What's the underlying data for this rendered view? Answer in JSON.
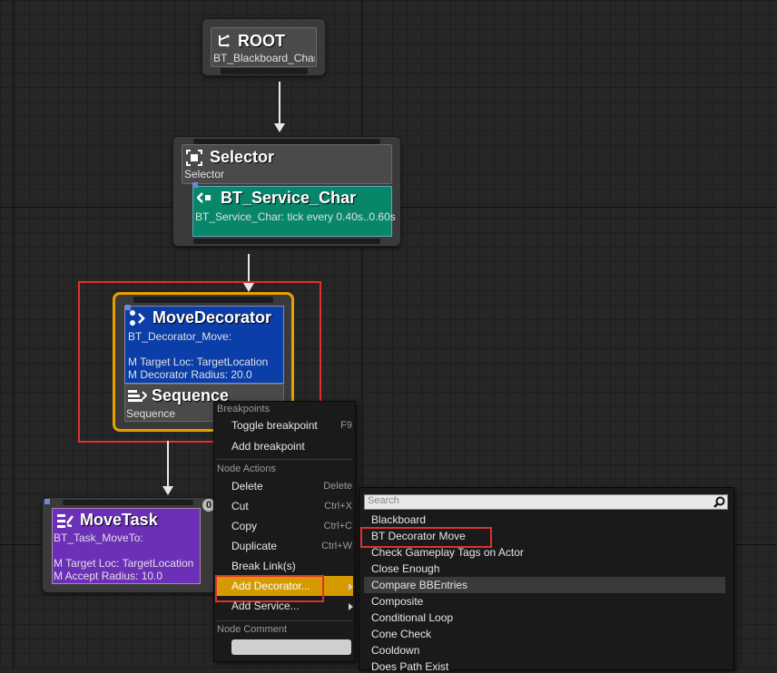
{
  "nodes": {
    "root": {
      "title": "ROOT",
      "subtitle": "BT_Blackboard_Char"
    },
    "selector": {
      "title": "Selector",
      "subtitle": "Selector"
    },
    "service": {
      "title": "BT_Service_Char",
      "subtitle": "BT_Service_Char: tick every 0.40s..0.60s",
      "color": "#07866a"
    },
    "move_decorator": {
      "title": "MoveDecorator",
      "line1": "BT_Decorator_Move:",
      "line2": "M Target Loc: TargetLocation",
      "line3": "M Decorator Radius: 20.0",
      "color": "#0b3ea8"
    },
    "sequence": {
      "title": "Sequence",
      "subtitle": "Sequence"
    },
    "move_task": {
      "title": "MoveTask",
      "line1": "BT_Task_MoveTo:",
      "line2": "M Target Loc: TargetLocation",
      "line3": "M Accept Radius: 10.0",
      "badge": "0",
      "color": "#6b2fb8"
    }
  },
  "context_menu": {
    "section_breakpoints": "Breakpoints",
    "toggle_breakpoint": "Toggle breakpoint",
    "toggle_breakpoint_shortcut": "F9",
    "add_breakpoint": "Add breakpoint",
    "section_node_actions": "Node Actions",
    "delete": "Delete",
    "delete_shortcut": "Delete",
    "cut": "Cut",
    "cut_shortcut": "Ctrl+X",
    "copy": "Copy",
    "copy_shortcut": "Ctrl+C",
    "duplicate": "Duplicate",
    "duplicate_shortcut": "Ctrl+W",
    "break_links": "Break Link(s)",
    "add_decorator": "Add Decorator...",
    "add_service": "Add Service...",
    "section_node_comment": "Node Comment"
  },
  "decorator_submenu": {
    "search_placeholder": "Search",
    "items": [
      "Blackboard",
      "BT Decorator Move",
      "Check Gameplay Tags on Actor",
      "Close Enough",
      "Compare BBEntries",
      "Composite",
      "Conditional Loop",
      "Cone Check",
      "Cooldown",
      "Does Path Exist"
    ]
  },
  "colors": {
    "highlight_orange": "#e8a000",
    "annotation_red": "#e03030",
    "menu_highlight": "#d59a00"
  }
}
